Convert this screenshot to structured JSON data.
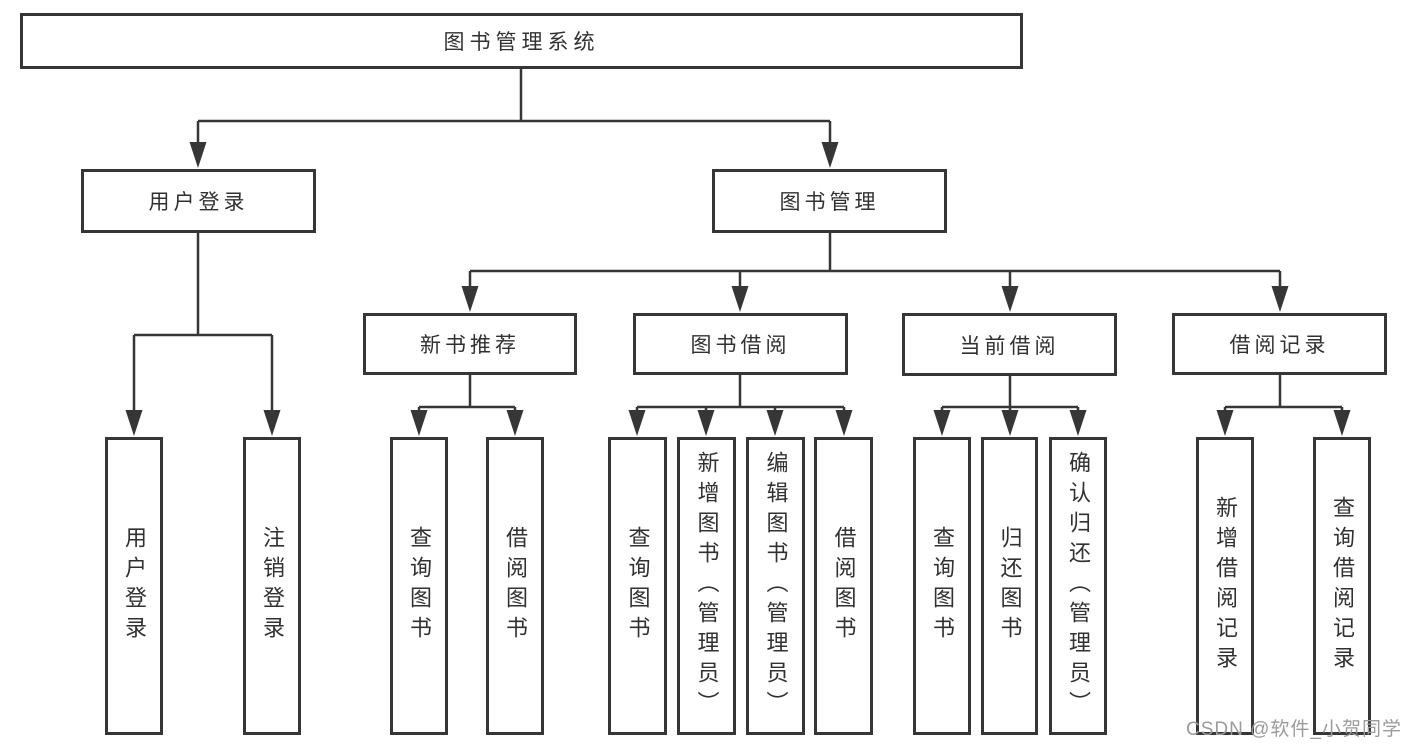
{
  "diagram": {
    "type": "hierarchy",
    "title": "图书管理系统",
    "watermark": "CSDN @软件_小贺同学",
    "colors": {
      "line": "#363636",
      "box_border": "#363636",
      "box_fill": "#ffffff",
      "text": "#313131",
      "watermark": "#9b9b9b",
      "background": "#ffffff"
    }
  },
  "nodes": {
    "root": {
      "label": "图书管理系统"
    },
    "user_login": {
      "label": "用户登录"
    },
    "book_mgmt": {
      "label": "图书管理"
    },
    "new_book_rec": {
      "label": "新书推荐"
    },
    "book_borrow": {
      "label": "图书借阅"
    },
    "current_borrow": {
      "label": "当前借阅"
    },
    "borrow_records": {
      "label": "借阅记录"
    },
    "leaf_user_login": {
      "label": "用户登录"
    },
    "leaf_logout": {
      "label": "注销登录"
    },
    "leaf_query_book_1": {
      "label": "查询图书"
    },
    "leaf_borrow_book_1": {
      "label": "借阅图书"
    },
    "leaf_query_book_2": {
      "label": "查询图书"
    },
    "leaf_add_book": {
      "label": "新增图书（管理员）"
    },
    "leaf_edit_book": {
      "label": "编辑图书（管理员）"
    },
    "leaf_borrow_book_2": {
      "label": "借阅图书"
    },
    "leaf_query_book_3": {
      "label": "查询图书"
    },
    "leaf_return_book": {
      "label": "归还图书"
    },
    "leaf_confirm_return": {
      "label": "确认归还（管理员）"
    },
    "leaf_add_record": {
      "label": "新增借阅记录"
    },
    "leaf_query_record": {
      "label": "查询借阅记录"
    }
  },
  "hierarchy": {
    "root": [
      "user_login",
      "book_mgmt"
    ],
    "user_login": [
      "leaf_user_login",
      "leaf_logout"
    ],
    "book_mgmt": [
      "new_book_rec",
      "book_borrow",
      "current_borrow",
      "borrow_records"
    ],
    "new_book_rec": [
      "leaf_query_book_1",
      "leaf_borrow_book_1"
    ],
    "book_borrow": [
      "leaf_query_book_2",
      "leaf_add_book",
      "leaf_edit_book",
      "leaf_borrow_book_2"
    ],
    "current_borrow": [
      "leaf_query_book_3",
      "leaf_return_book",
      "leaf_confirm_return"
    ],
    "borrow_records": [
      "leaf_add_record",
      "leaf_query_record"
    ]
  }
}
